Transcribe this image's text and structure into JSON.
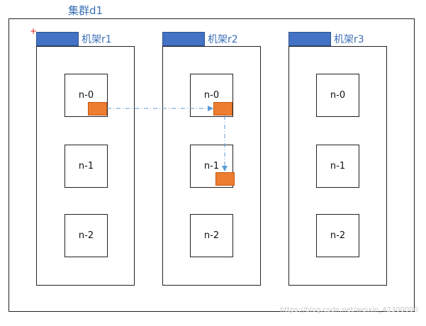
{
  "cluster": {
    "title": "集群d1"
  },
  "racks": [
    {
      "label": "机架r1",
      "nodes": [
        "n-0",
        "n-1",
        "n-2"
      ]
    },
    {
      "label": "机架r2",
      "nodes": [
        "n-0",
        "n-1",
        "n-2"
      ]
    },
    {
      "label": "机架r3",
      "nodes": [
        "n-0",
        "n-1",
        "n-2"
      ]
    }
  ],
  "colors": {
    "rack_tab": "#4472c4",
    "block": "#ed7d31",
    "arrow": "#5b9bd5",
    "label_text": "#3b6fb6"
  },
  "watermark": "https://blog.csdn.net/weixin_42300000"
}
